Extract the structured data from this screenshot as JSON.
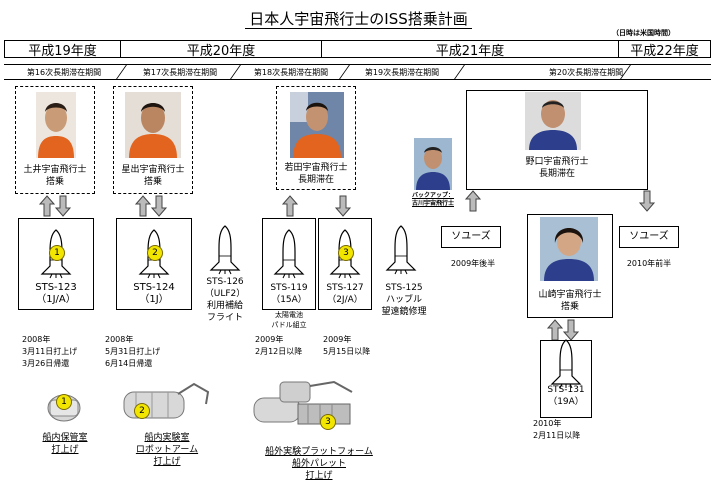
{
  "title": "日本人宇宙飛行士のISS搭乗計画",
  "note": "（日時は米国時間）",
  "years": [
    "平成19年度",
    "平成20年度",
    "平成21年度",
    "平成22年度"
  ],
  "expeditions": [
    "第16次長期滞在期間",
    "第17次長期滞在期間",
    "第18次長期滞在期間",
    "第19次長期滞在期間",
    "第20次長期滞在期間"
  ],
  "astronauts": {
    "doi": [
      "土井宇宙飛行士",
      "搭乗"
    ],
    "hoshide": [
      "星出宇宙飛行士",
      "搭乗"
    ],
    "wakata": [
      "若田宇宙飛行士",
      "長期滞在"
    ],
    "noguchi": [
      "野口宇宙飛行士",
      "長期滞在"
    ],
    "yamazaki": [
      "山崎宇宙飛行士",
      "搭乗"
    ],
    "furukawa": [
      "バックアップ：",
      "古川宇宙飛行士"
    ]
  },
  "flights": {
    "sts123": {
      "num": "1",
      "name": "STS-123",
      "sub": "（1J/A）"
    },
    "sts124": {
      "num": "2",
      "name": "STS-124",
      "sub": "（1J）"
    },
    "sts126": {
      "name": "STS-126",
      "lines": [
        "（ULF2）",
        "利用補給",
        "フライト"
      ]
    },
    "sts119": {
      "name": "STS-119",
      "sub": "（15A）",
      "extra": [
        "太陽電池",
        "パドル組立"
      ]
    },
    "sts127": {
      "num": "3",
      "name": "STS-127",
      "sub": "（2J/A）"
    },
    "sts125": {
      "name": "STS-125",
      "lines": [
        "ハッブル",
        "望遠鏡修理"
      ]
    },
    "sts131": {
      "name": "STS-131",
      "sub": "（19A）"
    }
  },
  "soyuz": {
    "label": "ソユーズ",
    "date1": "2009年後半",
    "date2": "2010年前半"
  },
  "dates": {
    "d1": [
      "2008年",
      "3月11日打上げ",
      "3月26日帰還"
    ],
    "d2": [
      "2008年",
      "5月31日打上げ",
      "6月14日帰還"
    ],
    "d3": [
      "2009年",
      "2月12日以降"
    ],
    "d4": [
      "2009年",
      "5月15日以降"
    ],
    "d5": [
      "2010年",
      "2月11日以降"
    ]
  },
  "modules": {
    "m1": {
      "num": "1",
      "lines": [
        "船内保管室",
        "打上げ"
      ]
    },
    "m2": {
      "num": "2",
      "lines": [
        "船内実験室",
        "ロボットアーム",
        "打上げ"
      ]
    },
    "m3": {
      "num": "3",
      "lines": [
        "船外実験プラットフォーム",
        "船外パレット",
        "打上げ"
      ]
    }
  },
  "colors": {
    "badge": "#f2e600",
    "suit_orange": "#e2641e",
    "suit_blue": "#2c3e8c",
    "sky": "#9cb7cf"
  }
}
